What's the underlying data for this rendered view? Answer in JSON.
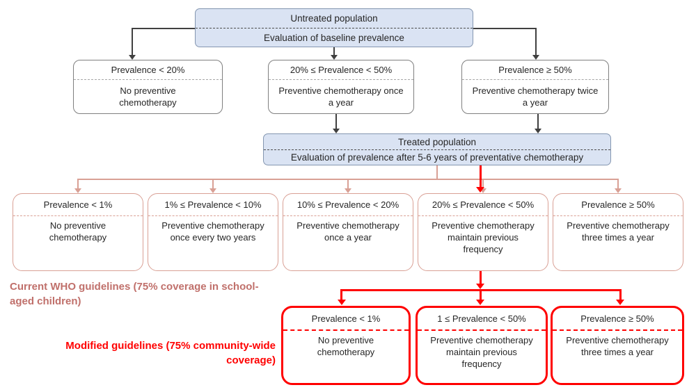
{
  "diagram": {
    "untreated": {
      "title": "Untreated population",
      "subtitle": "Evaluation of baseline prevalence"
    },
    "treated": {
      "title": "Treated population",
      "subtitle": "Evaluation of prevalence after 5-6 years of preventative chemotherapy"
    },
    "baseline_branches": [
      {
        "condition": "Prevalence < 20%",
        "action": "No preventive chemotherapy"
      },
      {
        "condition": "20% ≤ Prevalence < 50%",
        "action": "Preventive chemotherapy once a year"
      },
      {
        "condition": "Prevalence ≥ 50%",
        "action": "Preventive chemotherapy twice a year"
      }
    ],
    "who_branches": [
      {
        "condition": "Prevalence < 1%",
        "action": "No preventive chemotherapy"
      },
      {
        "condition": "1% ≤ Prevalence < 10%",
        "action": "Preventive chemotherapy once every two years"
      },
      {
        "condition": "10% ≤ Prevalence < 20%",
        "action": "Preventive chemotherapy once a year"
      },
      {
        "condition": "20% ≤ Prevalence < 50%",
        "action": "Preventive chemotherapy maintain previous frequency"
      },
      {
        "condition": "Prevalence ≥ 50%",
        "action": "Preventive chemotherapy three times a year"
      }
    ],
    "modified_branches": [
      {
        "condition": "Prevalence < 1%",
        "action": "No preventive chemotherapy"
      },
      {
        "condition": "1 ≤ Prevalence < 50%",
        "action": "Preventive chemotherapy maintain previous frequency"
      },
      {
        "condition": "Prevalence ≥ 50%",
        "action": "Preventive chemotherapy three times a year"
      }
    ],
    "labels": {
      "current_who": "Current WHO guidelines (75% coverage in school-aged children)",
      "modified": "Modified guidelines (75% community-wide coverage)"
    },
    "colors": {
      "header_fill": "#dae3f3",
      "header_border": "#8496b0",
      "neutral_border": "#7f7f7f",
      "who_accent": "#d9a095",
      "current_label_color": "#c0706b",
      "modified_accent": "#ff0000",
      "connector_dark": "#404040"
    }
  }
}
